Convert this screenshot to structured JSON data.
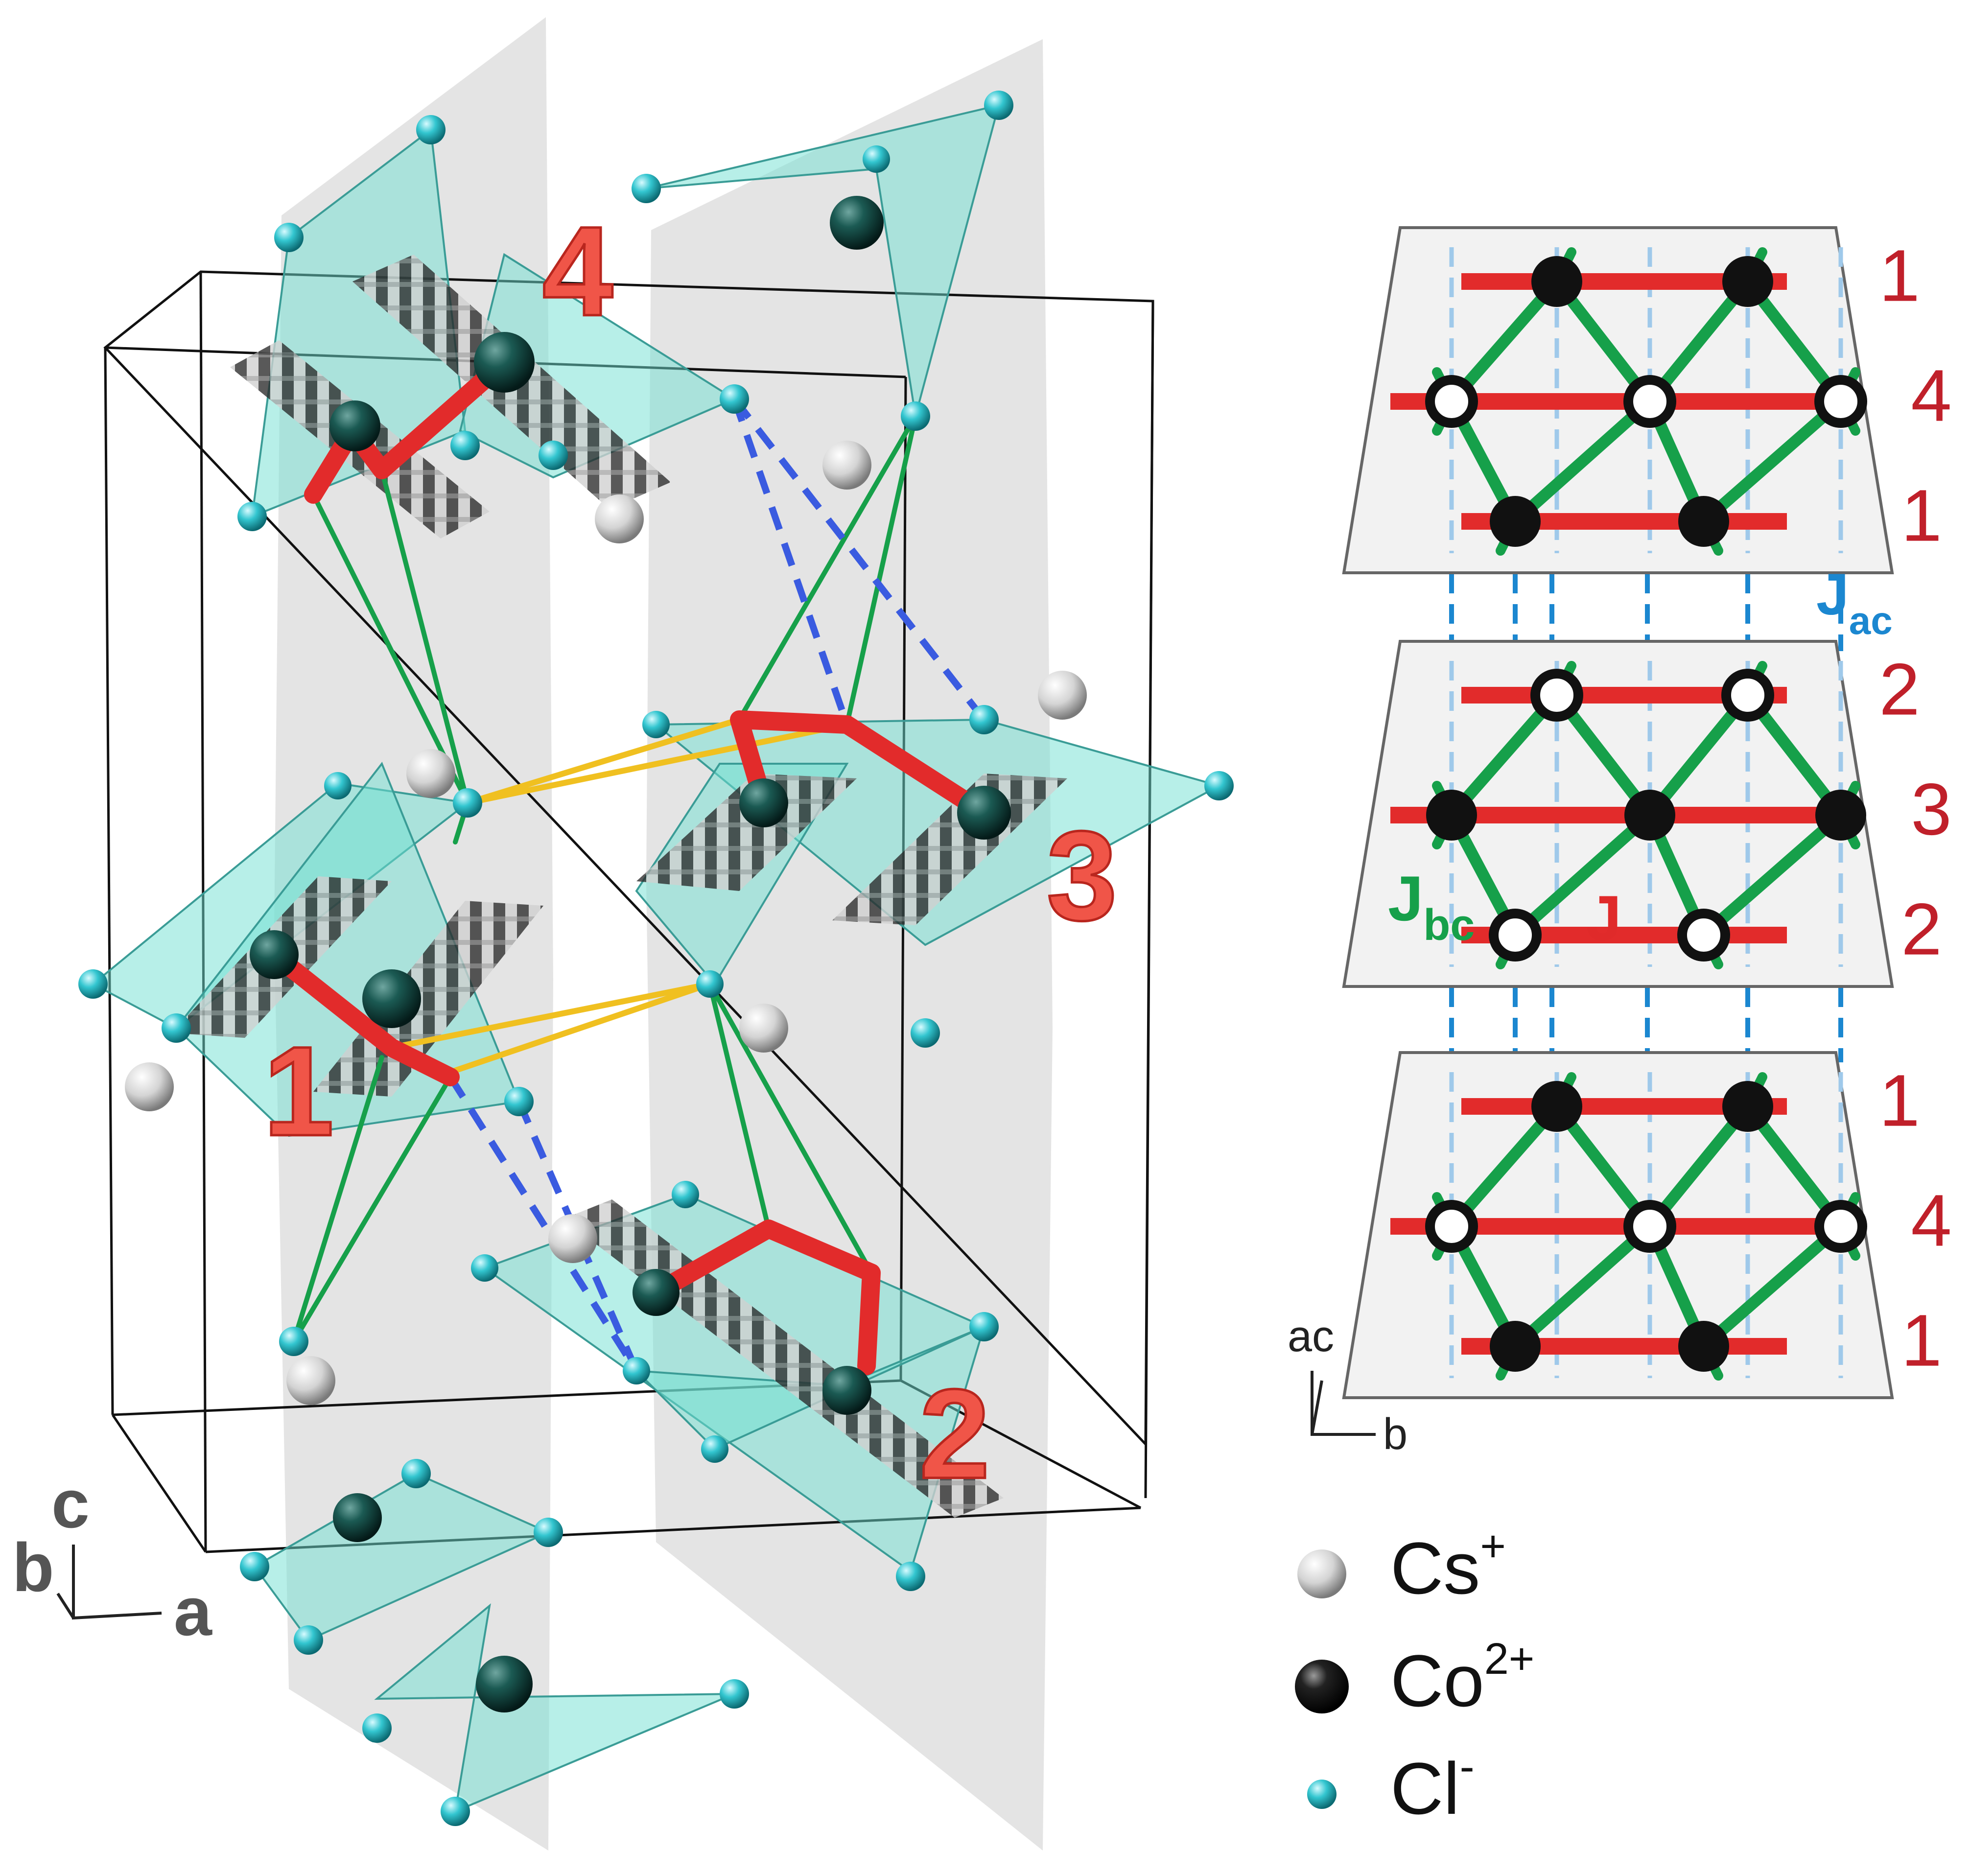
{
  "structure": {
    "tetrahedron_labels": [
      "4",
      "3",
      "1",
      "2"
    ],
    "axes": {
      "c": "c",
      "b": "b",
      "a": "a"
    }
  },
  "lattice": {
    "slabs": [
      {
        "rows": [
          "1",
          "4",
          "1"
        ]
      },
      {
        "rows": [
          "2",
          "3",
          "2"
        ]
      },
      {
        "rows": [
          "1",
          "4",
          "1"
        ]
      }
    ],
    "couplings": {
      "J": {
        "main": "J",
        "sub": "",
        "color": "#e02a2a"
      },
      "J_bc": {
        "main": "J",
        "sub": "bc",
        "color": "#16a04a"
      },
      "J_ac": {
        "main": "J",
        "sub": "ac",
        "color": "#1b87d0"
      }
    },
    "axes": {
      "ac": "ac",
      "b": "b"
    }
  },
  "legend": [
    {
      "symbol": "sphere-white",
      "label": "Cs",
      "sup": "+"
    },
    {
      "symbol": "sphere-black",
      "label": "Co",
      "sup": "2+"
    },
    {
      "symbol": "sphere-cyan",
      "label": "Cl",
      "sup": "-"
    }
  ],
  "colors": {
    "chain": "#e22b2b",
    "bond_green": "#16a04a",
    "bond_yellow": "#f0c020",
    "dash_blue": "#3a5be0",
    "tetra_fill": "#6fe0d2",
    "plane_gray": "#d9d9d9",
    "co_sphere": "#0d3d38",
    "cl_sphere": "#33c6d0"
  }
}
